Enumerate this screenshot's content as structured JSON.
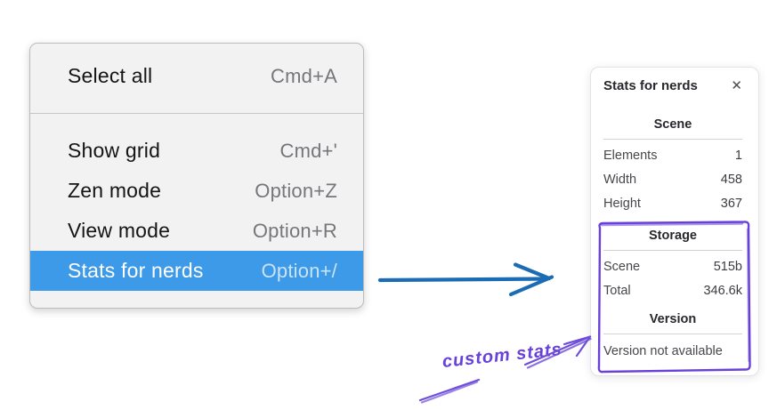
{
  "context_menu": {
    "groups": [
      {
        "items": [
          {
            "label": "Select all",
            "shortcut": "Cmd+A"
          }
        ]
      },
      {
        "items": [
          {
            "label": "Show grid",
            "shortcut": "Cmd+'"
          },
          {
            "label": "Zen mode",
            "shortcut": "Option+Z"
          },
          {
            "label": "View mode",
            "shortcut": "Option+R"
          },
          {
            "label": "Stats for nerds",
            "shortcut": "Option+/",
            "selected": true
          }
        ]
      }
    ],
    "colors": {
      "highlight": "#3d9ae8",
      "background": "#f2f2f3"
    }
  },
  "stats_panel": {
    "title": "Stats for nerds",
    "close_icon": "✕",
    "sections": [
      {
        "heading": "Scene",
        "rows": [
          {
            "label": "Elements",
            "value": "1"
          },
          {
            "label": "Width",
            "value": "458"
          },
          {
            "label": "Height",
            "value": "367"
          }
        ]
      },
      {
        "heading": "Storage",
        "rows": [
          {
            "label": "Scene",
            "value": "515b"
          },
          {
            "label": "Total",
            "value": "346.6k"
          }
        ]
      },
      {
        "heading": "Version",
        "note": "Version not available"
      }
    ]
  },
  "annotations": {
    "custom_stats_label": "custom stats",
    "colors": {
      "blue_arrow": "#1b6cb5",
      "purple": "#6741d9"
    }
  }
}
